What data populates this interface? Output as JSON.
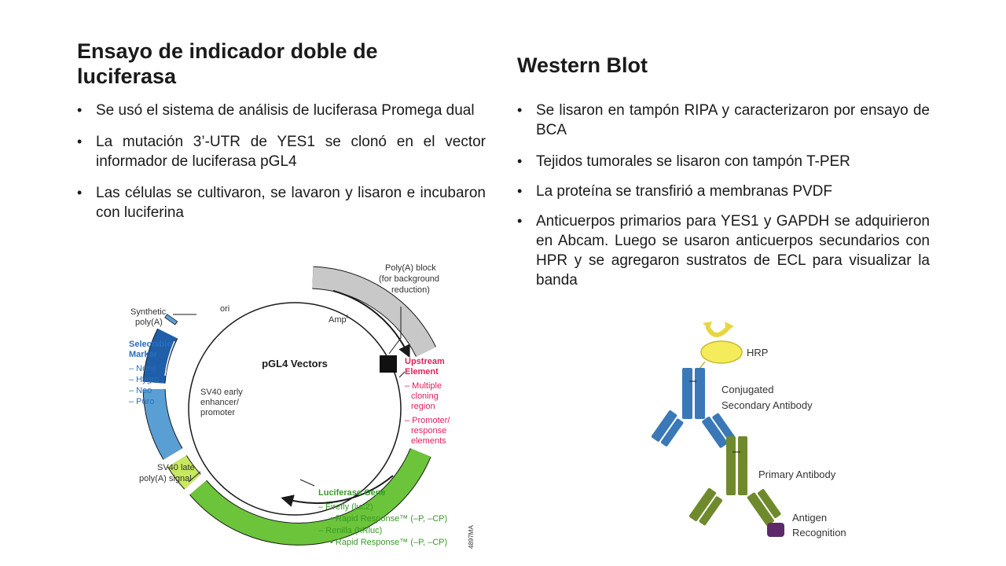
{
  "left": {
    "title": "Ensayo de indicador doble de luciferasa",
    "bullets": [
      "Se usó el sistema de análisis de luciferasa Promega dual",
      "La mutación 3’-UTR de YES1 se clonó en el vector informador de luciferasa pGL4",
      "Las células se cultivaron, se lavaron y lisaron e incubaron con luciferina"
    ]
  },
  "right": {
    "title": "Western Blot",
    "bullets": [
      "Se lisaron en tampón RIPA y caracterizaron por ensayo de BCA",
      "Tejidos tumorales se lisaron con tampón T-PER",
      "La proteína se transfirió a membranas PVDF",
      "Anticuerpos primarios para YES1 y GAPDH se adquirieron en Abcam. Luego se usaron anticuerpos secundarios con HPR y se agregaron sustratos de ECL para visualizar la banda"
    ]
  },
  "vector_figure": {
    "center_label": "pGL4 Vectors",
    "ori": "ori",
    "amp": "Amp",
    "amp_sup": "r",
    "polya_block": [
      "Poly(A) block",
      "(for background",
      "reduction)"
    ],
    "synthetic_polya": [
      "Synthetic",
      "poly(A)"
    ],
    "selectable_marker": {
      "title": [
        "Selectable",
        "Marker"
      ],
      "items": [
        "– None",
        "– Hygro",
        "– Neo",
        "– Puro"
      ]
    },
    "sv40_early": [
      "SV40 early",
      "enhancer/",
      "promoter"
    ],
    "sv40_late": [
      "SV40 late",
      "poly(A) signal"
    ],
    "upstream_element": {
      "title": [
        "Upstream",
        "Element"
      ],
      "items": [
        "– Multiple",
        "cloning",
        "region",
        "– Promoter/",
        "response",
        "elements"
      ]
    },
    "luciferase_gene": {
      "title": "Luciferase Gene",
      "firefly": "– Firefly (luc2)",
      "rapid1": "• Rapid Response™ (–P, –CP)",
      "renilla": "– Renilla (hRluc)",
      "rapid2": "• Rapid Response™ (–P, –CP)"
    },
    "code": "4897MA",
    "colors": {
      "amp": "#c8c8c8",
      "marker": "#1f5ea8",
      "sv40_early": "#5a9fd4",
      "sv40_late": "#c8e860",
      "luciferase": "#6cc43a",
      "upstream_text": "#e0205a",
      "marker_text": "#2a6ebf",
      "luciferase_text": "#3a9a2a"
    }
  },
  "antibody_figure": {
    "hrp": "HRP",
    "conjugated": [
      "Conjugated",
      "Secondary Antibody"
    ],
    "primary": "Primary Antibody",
    "antigen": [
      "Antigen",
      "Recognition"
    ],
    "colors": {
      "hrp": "#f4ec5a",
      "secondary": "#3a78b8",
      "primary": "#6f8a2c",
      "antigen": "#5c2a6a"
    }
  }
}
